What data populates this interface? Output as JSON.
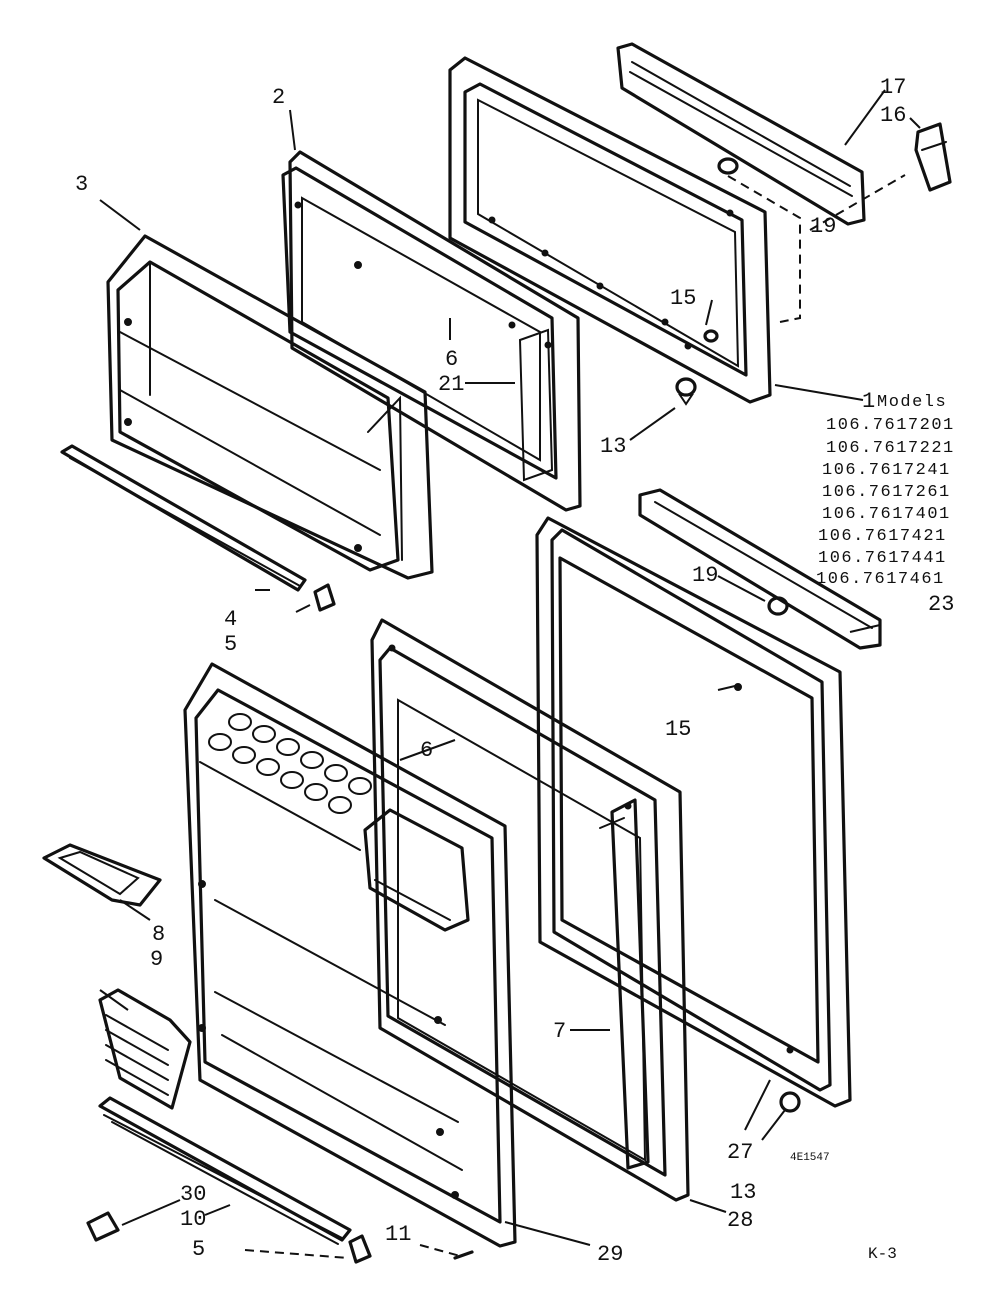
{
  "callouts": {
    "c1": "1",
    "c2": "2",
    "c3": "3",
    "c4": "4",
    "c5a": "5",
    "c5b": "5",
    "c6a": "6",
    "c6b": "6",
    "c7": "7",
    "c8": "8",
    "c9": "9",
    "c10": "10",
    "c11": "11",
    "c13a": "13",
    "c13b": "13",
    "c15a": "15",
    "c15b": "15",
    "c16": "16",
    "c17": "17",
    "c19a": "19",
    "c19b": "19",
    "c21": "21",
    "c23": "23",
    "c27": "27",
    "c28": "28",
    "c29": "29",
    "c30": "30"
  },
  "models": {
    "heading": "Models",
    "numbers": [
      "106.7617201",
      "106.7617221",
      "106.7617241",
      "106.7617261",
      "106.7617401",
      "106.7617421",
      "106.7617441",
      "106.7617461"
    ]
  },
  "drawing_code": "4E1547",
  "page_code": "K-3"
}
